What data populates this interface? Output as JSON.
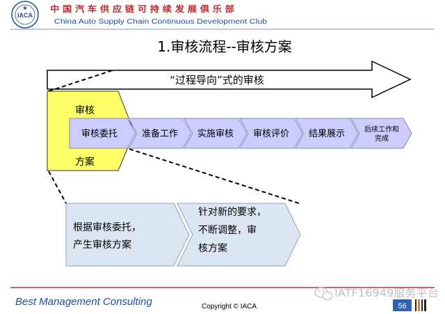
{
  "header": {
    "logo_text": "IACA",
    "org_name_cn": "中 国 汽 车 供 应 链 可 持 续 发 展 俱 乐 部",
    "org_name_en": "China Auto Supply Chain Continuous Development Club"
  },
  "slide": {
    "title": "1.审核流程--审核方案",
    "big_arrow_label": "“过程导向”式的审核",
    "plan_box": {
      "top": "审核",
      "bottom": "方案"
    },
    "process_steps": [
      {
        "lines": [
          "审核委托"
        ]
      },
      {
        "lines": [
          "准备工作"
        ]
      },
      {
        "lines": [
          "实施审核"
        ]
      },
      {
        "lines": [
          "审核评价"
        ]
      },
      {
        "lines": [
          "结果展示"
        ]
      },
      {
        "lines": [
          "后续工作和",
          "完成"
        ]
      }
    ],
    "detail_boxes": [
      {
        "lines": [
          "根据审核委托，",
          "产生审核方案"
        ]
      },
      {
        "lines": [
          "针对新的要求，",
          "不断调整，审",
          "核方案"
        ]
      }
    ]
  },
  "footer": {
    "company": "Best Management Consulting",
    "copyright": "Copyright © IACA",
    "page_number": "56",
    "watermark": "IATF16949服务平台",
    "watermark_icon": "wechat-icon"
  },
  "colors": {
    "header_red": "#c0282d",
    "brand_blue": "#1f4e9c",
    "plan_yellow": "#ffff66",
    "step_lavender": "#ccccff",
    "detail_blue": "#dce6f2",
    "footer_red": "#c00000",
    "watermark_grey": "#b4b4b4",
    "page_box_blue": "#2f62b0"
  }
}
